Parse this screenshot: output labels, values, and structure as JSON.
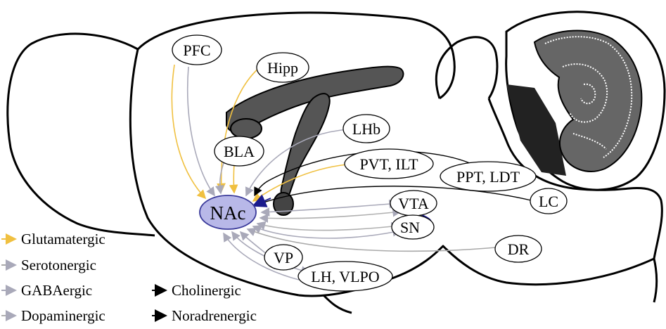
{
  "regions": {
    "pfc": "PFC",
    "hipp": "Hipp",
    "bla": "BLA",
    "lhb": "LHb",
    "pvt_ilt": "PVT, ILT",
    "ppt_ldt": "PPT, LDT",
    "lc": "LC",
    "vta": "VTA",
    "sn": "SN",
    "dr": "DR",
    "vp": "VP",
    "lh_vlpo": "LH, VLPO",
    "nac": "NAc"
  },
  "legend": {
    "glutamatergic": "Glutamatergic",
    "serotonergic": "Serotonergic",
    "gabaergic": "GABAergic",
    "dopaminergic": "Dopaminergic",
    "cholinergic": "Cholinergic",
    "noradrenergic": "Noradrenergic"
  },
  "colors": {
    "glutamatergic": "#f0c040",
    "serotonergic": "#a9a9a9",
    "gabaergic": "#a6a6b6",
    "dopaminergic": "#b0b0b0",
    "cholinergic": "#000000",
    "noradrenergic": "#1a1a8c",
    "nac_fill": "#b8b8e8",
    "nac_stroke": "#3a3a9a",
    "structure_fill": "#555555"
  }
}
